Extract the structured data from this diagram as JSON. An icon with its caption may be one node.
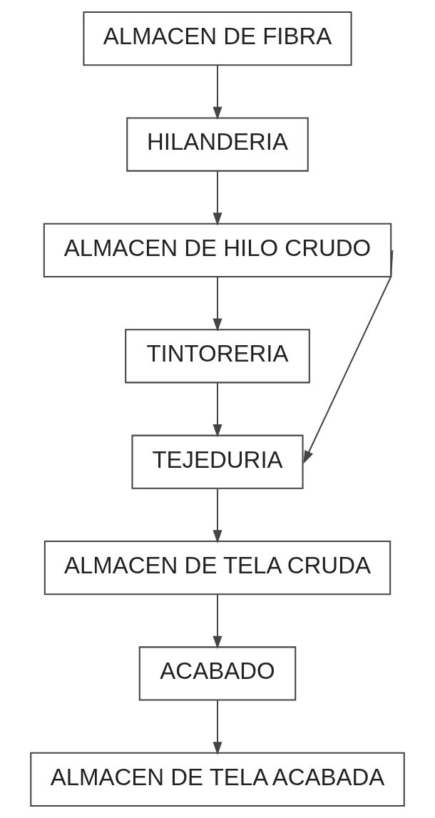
{
  "diagram": {
    "nodes": [
      {
        "text": [
          "ALMACEN DE FIBRA"
        ]
      },
      {
        "text": [
          "HILANDERIA"
        ]
      },
      {
        "text": [
          "ALMACEN DE HILO CRUDO"
        ]
      },
      {
        "text": [
          "TINTORERIA"
        ]
      },
      {
        "text": [
          "TEJEDURIA"
        ]
      },
      {
        "text": [
          "ALMACEN DE TELA CRUDA"
        ]
      },
      {
        "text": [
          "ACABADO"
        ]
      },
      {
        "text": [
          "ALMACEN DE TELA ACABADA"
        ]
      }
    ],
    "edges": [
      {
        "from": 0,
        "to": 1,
        "arrow": "to"
      },
      {
        "from": 1,
        "to": 2,
        "arrow": "to"
      },
      {
        "from": 2,
        "to": 3,
        "arrow": "to"
      },
      {
        "from": 3,
        "to": 4,
        "arrow": "to"
      },
      {
        "from": 2,
        "to": 4,
        "arrow": "to"
      },
      {
        "from": 4,
        "to": 5,
        "arrow": "to"
      },
      {
        "from": 5,
        "to": 6,
        "arrow": "to"
      },
      {
        "from": 6,
        "to": 7,
        "arrow": "to"
      }
    ]
  }
}
